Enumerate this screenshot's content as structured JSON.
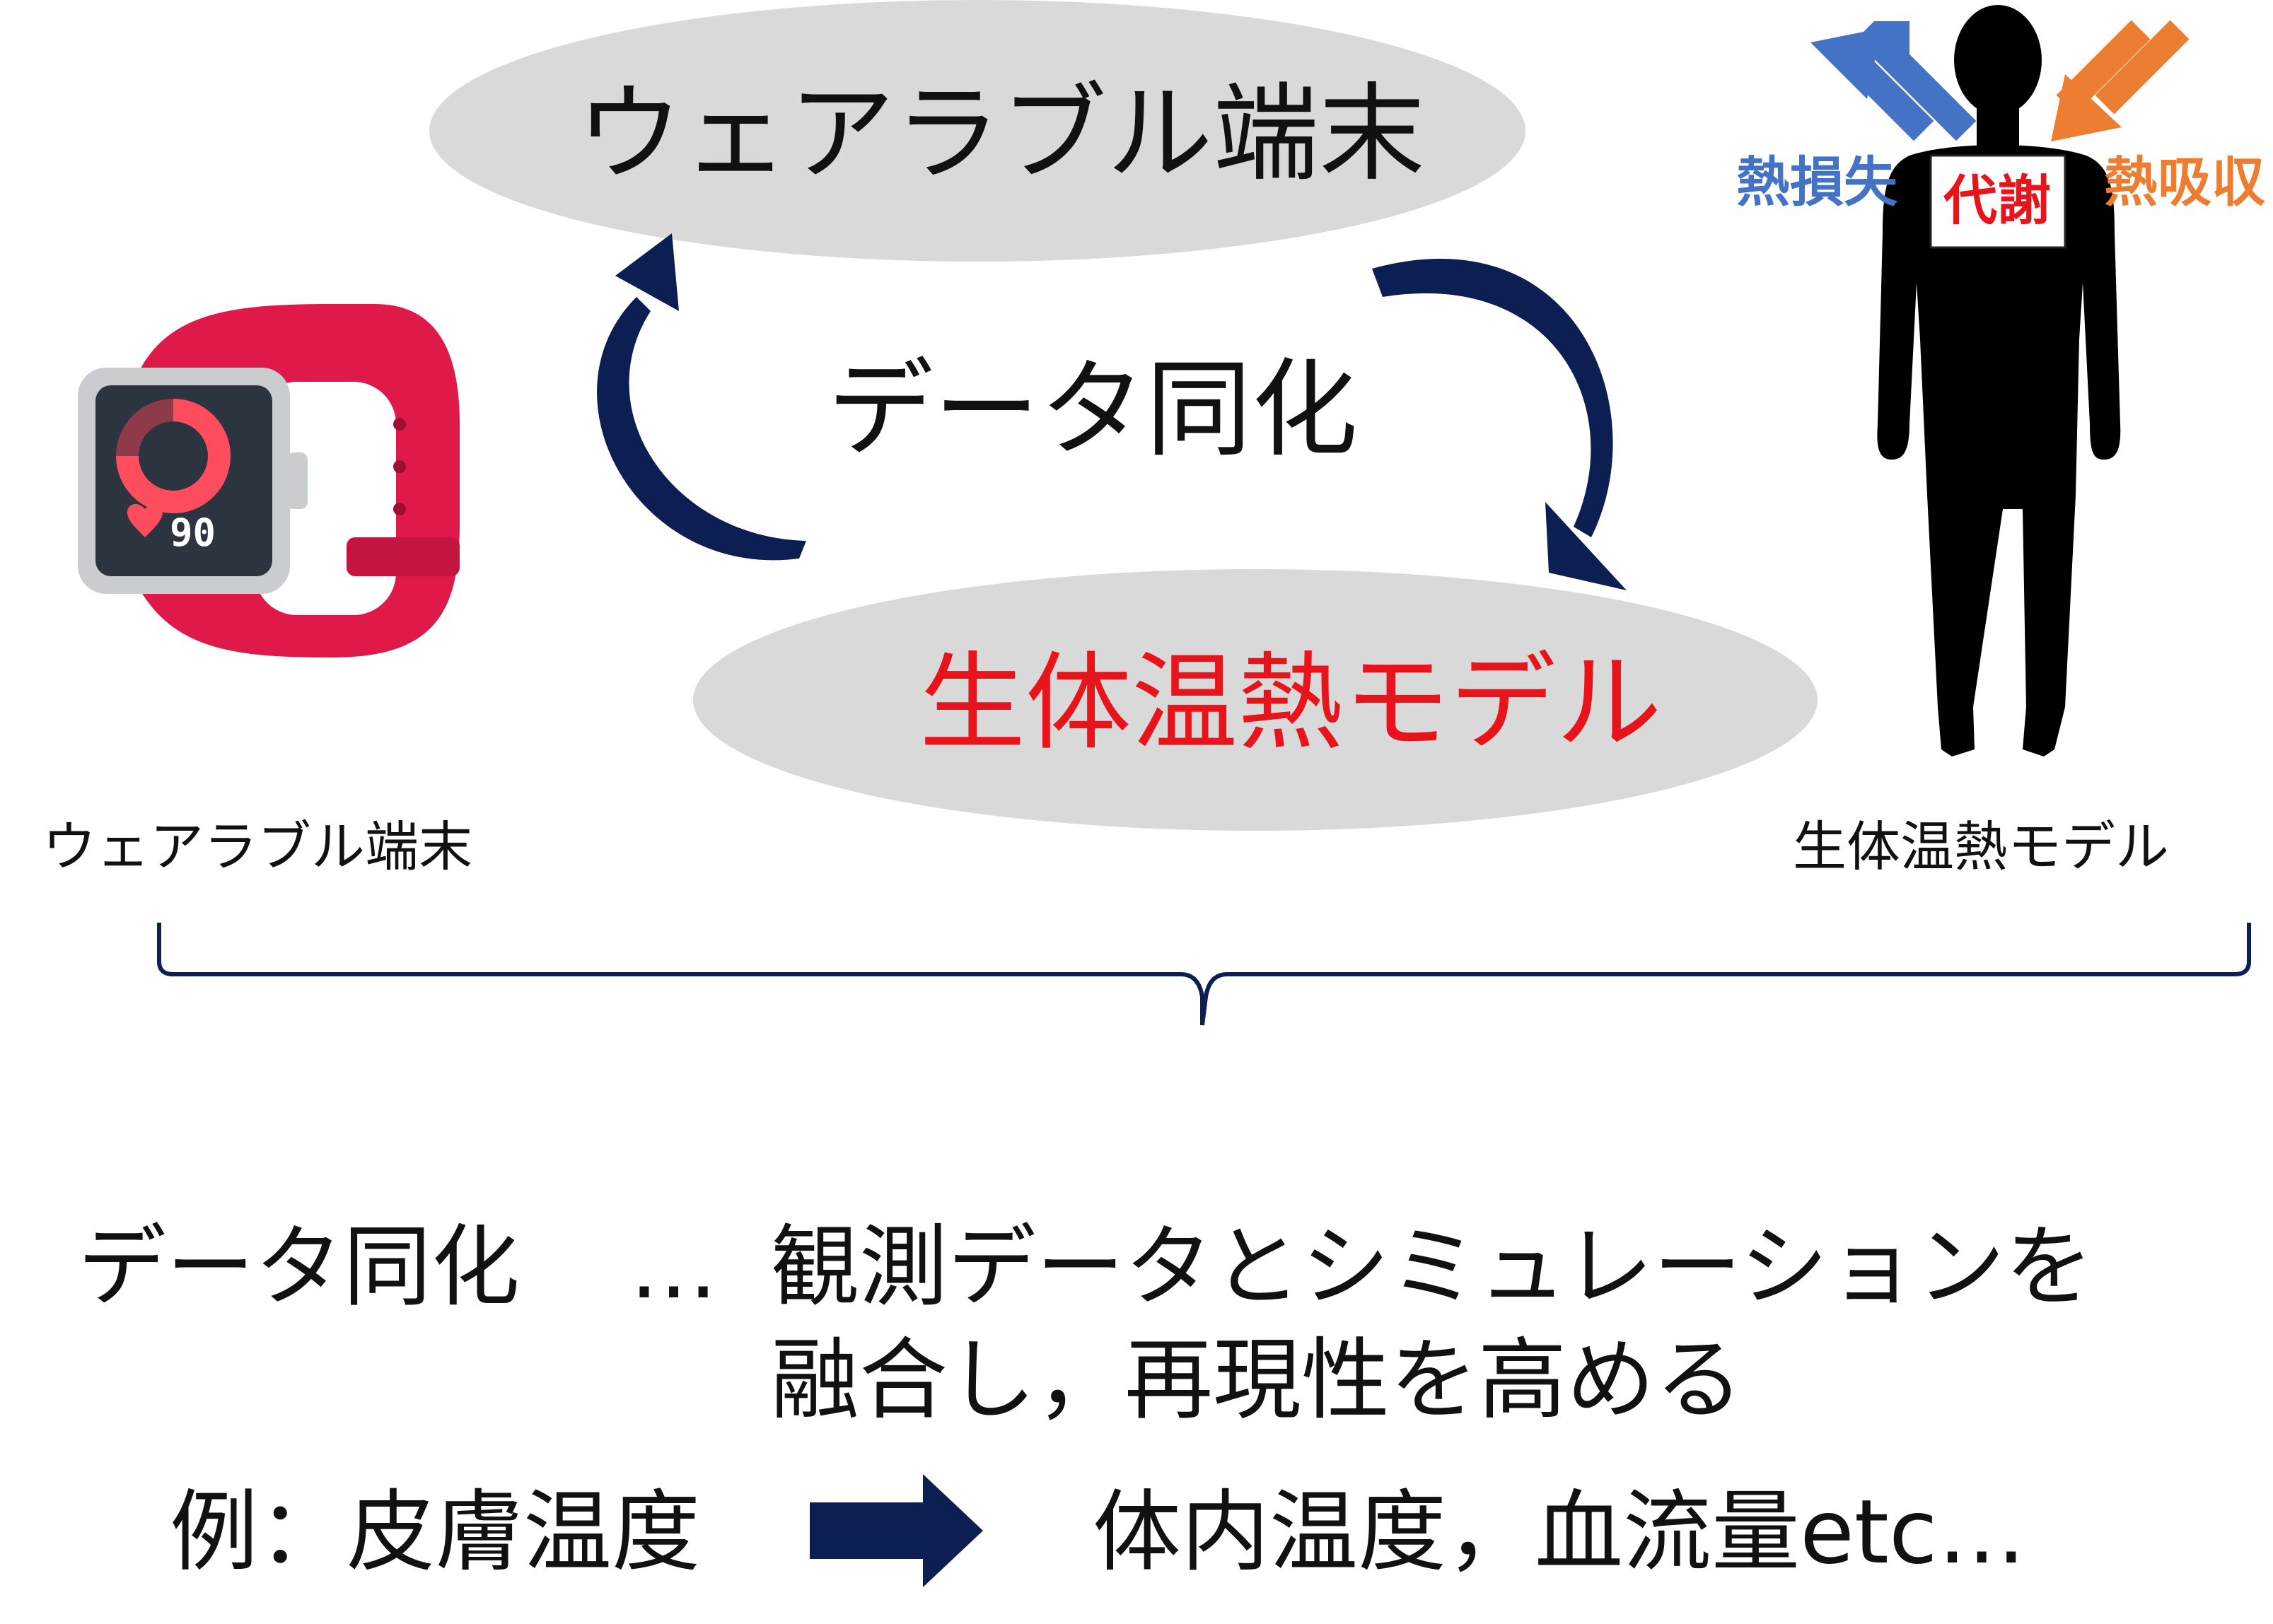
{
  "top_ellipse": {
    "label": "ウェアラブル端末"
  },
  "bottom_ellipse": {
    "label": "生体温熱モデル"
  },
  "center_label": "データ同化",
  "watch": {
    "heart_rate": "90",
    "caption": "ウェアラブル端末"
  },
  "body_model": {
    "heat_loss": "熱損失",
    "heat_gain": "熱吸収",
    "metabolism": "代謝",
    "caption": "生体温熱モデル"
  },
  "definition": {
    "term": "データ同化",
    "ellipsis": "…",
    "line1": "観測データとシミュレーションを",
    "line2": "融合し，再現性を高める"
  },
  "example": {
    "label": "例：皮膚温度",
    "result": "体内温度，血流量etc…"
  },
  "colors": {
    "ellipse_fill": "#d9d9d9",
    "arrow_navy": "#0c1e52",
    "accent_red": "#e8141b",
    "heat_loss_blue": "#4472c4",
    "heat_gain_orange": "#ed7d31",
    "strap_red": "#e0194b"
  }
}
